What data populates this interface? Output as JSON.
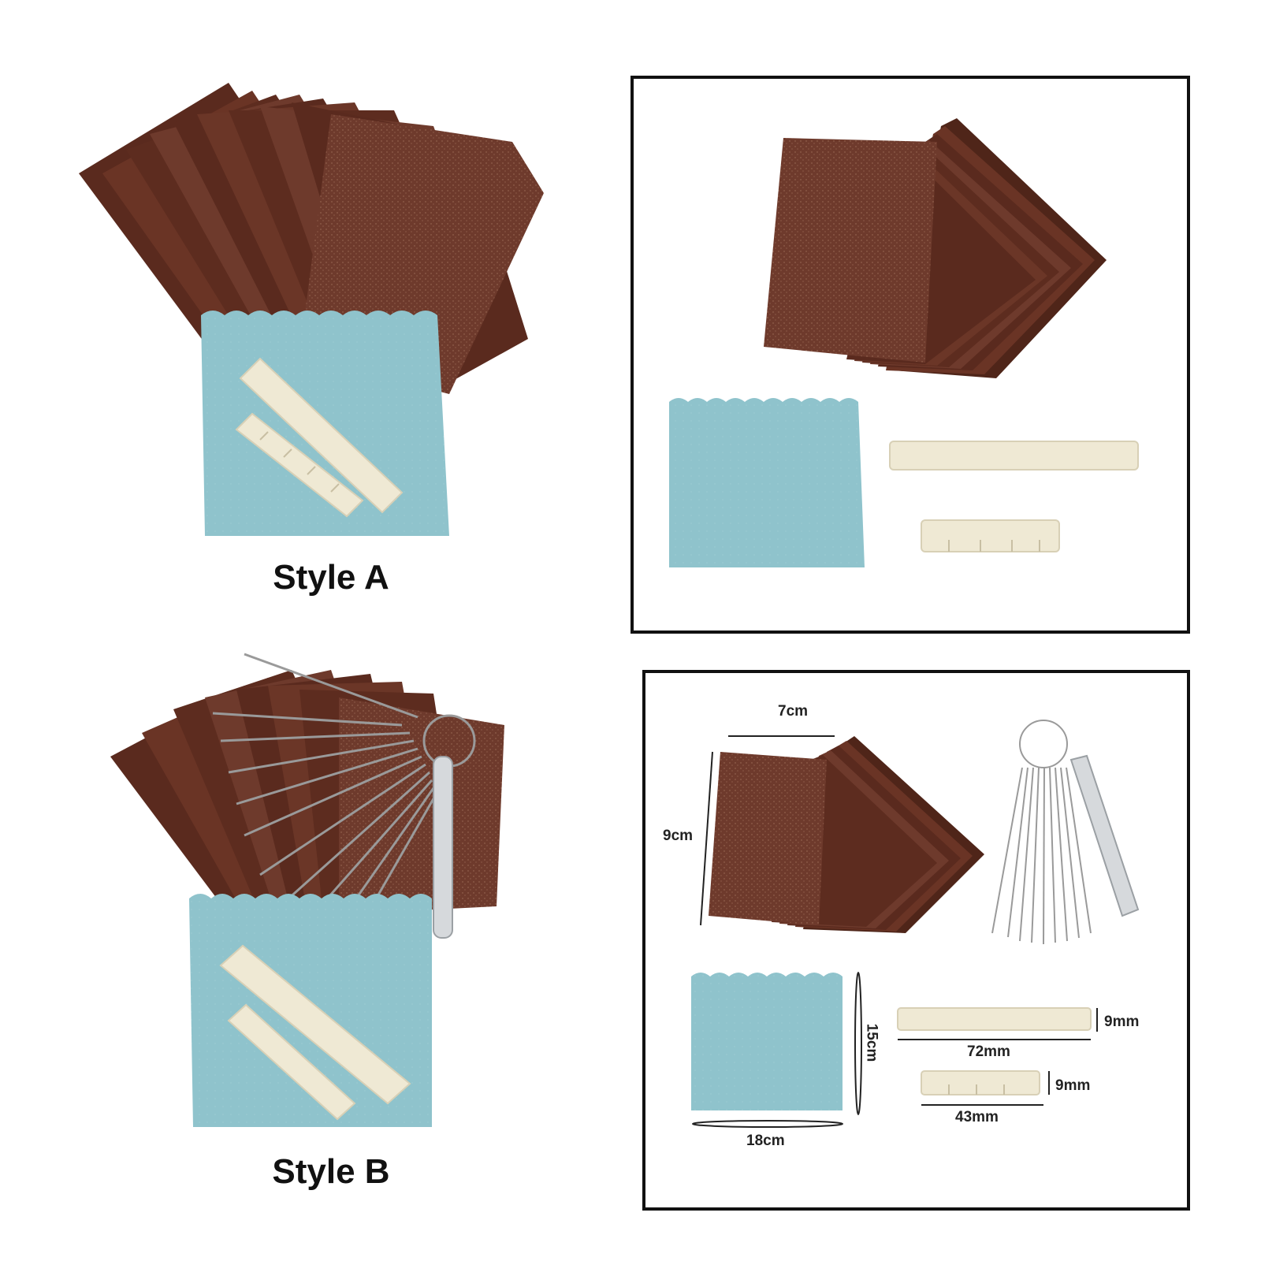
{
  "labels": {
    "style_a": "Style A",
    "style_b": "Style B"
  },
  "dimensions": {
    "sandpaper_width": "7cm",
    "sandpaper_height": "9cm",
    "cloth_height": "15cm",
    "cloth_width": "18cm",
    "saddle_height": "9mm",
    "saddle_length": "72mm",
    "nut_height": "9mm",
    "nut_length": "43mm"
  },
  "colors": {
    "sandpaper": "#6e3a2c",
    "sandpaper_dark": "#4f2519",
    "cloth": "#8fc3cc",
    "bone": "#efe9d4",
    "wire": "#9a9a9a",
    "border": "#111111"
  }
}
